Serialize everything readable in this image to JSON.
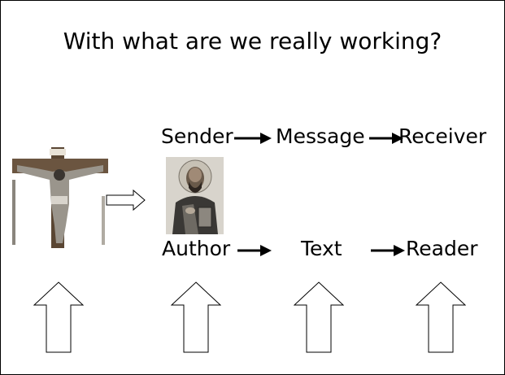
{
  "slide": {
    "title": "With what are we really working?"
  },
  "row_top": {
    "sender": "Sender",
    "message": "Message",
    "receiver": "Receiver"
  },
  "row_bottom": {
    "author": "Author",
    "text": "Text",
    "reader": "Reader"
  },
  "images": {
    "left": "crucifix-image",
    "middle": "saint-icon-image"
  },
  "icons": {
    "arrow_right": "arrow-right-icon",
    "hollow_arrow_right": "hollow-arrow-right-icon",
    "hollow_arrow_up": "hollow-arrow-up-icon"
  },
  "colors": {
    "text": "#000000",
    "background": "#ffffff",
    "border": "#000000"
  }
}
